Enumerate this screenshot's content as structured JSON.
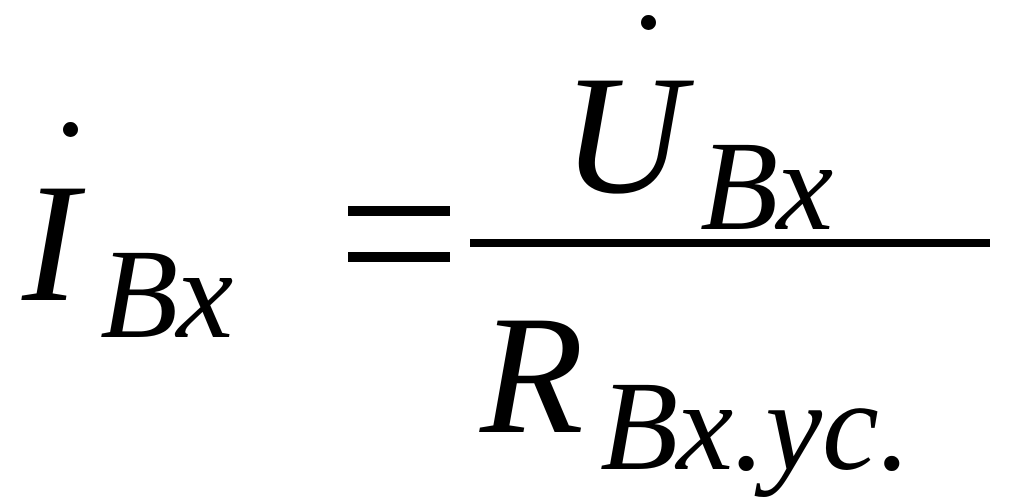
{
  "formula": {
    "lhs": {
      "symbol": "I",
      "subscript": "Вх"
    },
    "operator": "=",
    "numerator": {
      "symbol": "U",
      "subscript": "Вх"
    },
    "denominator": {
      "symbol": "R",
      "subscript": "Вх.ус."
    }
  }
}
